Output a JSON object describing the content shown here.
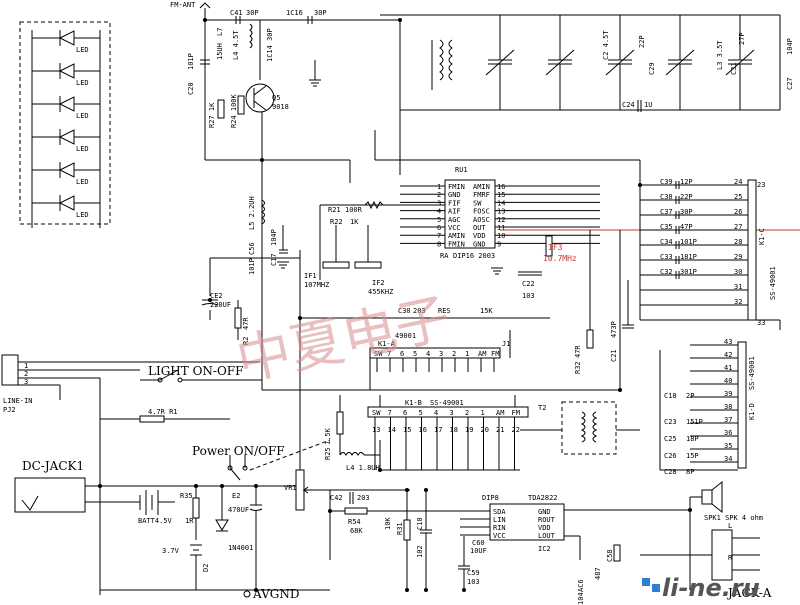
{
  "colors": {
    "wire": "#000000",
    "accent_red": "#c0392b",
    "watermark": "#d68c8c",
    "site_text": "#555555"
  },
  "labels": {
    "fm_ant": "FM-ANT",
    "c41": "C41",
    "c41v": "30P",
    "c16": "1C16",
    "c16v": "30P",
    "c20": "C20",
    "c20v": "101P",
    "l7": "L7",
    "l7v": "15UH",
    "l4": "L4 4.5T",
    "c14": "1C14 30P",
    "r27": "R27 1K",
    "r24": "R24 100K",
    "q5": "Q5",
    "q5v": "9018",
    "c2": "C2 4.5T",
    "c2v": "22P",
    "c29": "C29",
    "l3": "L3 3.5T",
    "l3v": "27P",
    "c31": "C31",
    "c27": "C27",
    "c27v": "104P",
    "c24": "C24",
    "c24v": "1U",
    "l5": "L5 2.2UH",
    "c56": "C56",
    "c56v": "101P",
    "c17": "C17",
    "c17v": "104P",
    "r21": "R21",
    "r21v": "100R",
    "r22": "R22",
    "r22v": "1K",
    "if1": "IF1",
    "if1v": "107MHZ",
    "if2": "IF2",
    "if2v": "455KHZ",
    "ce2": "CE2",
    "ce2v": "220UF",
    "r2": "R2",
    "r2v": "47R",
    "c30": "C30",
    "c30v": "203",
    "res": "RES",
    "resv": "15K",
    "c22": "C22",
    "c22v": "103",
    "if3": "IF3",
    "if3v": "10.7MHz",
    "ic_name": "RU1",
    "ic_pkg": "DIP16 2003",
    "ic_tag": "RA",
    "ic_left": [
      "FMIN",
      "GND",
      "FIF",
      "AIF",
      "AGC",
      "VCC",
      "AMIN",
      "FMIN"
    ],
    "ic_right": [
      "AMIN",
      "FMRF",
      "SW",
      "FOSC",
      "AOSC",
      "OUT",
      "VDD",
      "GND"
    ],
    "ic_lnum": [
      "1",
      "2",
      "3",
      "4",
      "5",
      "6",
      "7",
      "8"
    ],
    "ic_rnum": [
      "16",
      "15",
      "14",
      "13",
      "12",
      "11",
      "10",
      "9"
    ],
    "k1c_caps": [
      "C39",
      "C38",
      "C37",
      "C35",
      "C34",
      "C33",
      "C32"
    ],
    "k1c_vals": [
      "12P",
      "22P",
      "30P",
      "47P",
      "101P",
      "181P",
      "301P"
    ],
    "k1c_pins": [
      "24",
      "25",
      "26",
      "27",
      "28",
      "29",
      "30",
      "31",
      "32"
    ],
    "k1c_name": "K1-C",
    "k1c_sw": "SS-49001",
    "k1c_top": "23",
    "k1c_bot": "33",
    "c21": "C21",
    "c21v": "473P",
    "r32": "R32",
    "r32v": "47R",
    "k1a": "K1-A",
    "k1a_sw": "49001",
    "k1a_row": [
      "SW",
      "7",
      "6",
      "5",
      "4",
      "3",
      "2",
      "1",
      "AM",
      "FM"
    ],
    "k1a_j": "J1",
    "k1b": "K1-B",
    "k1b_sw": "SS-49001",
    "k1b_row": [
      "SW",
      "7",
      "6",
      "5",
      "4",
      "3",
      "2",
      "1",
      "AM",
      "FM"
    ],
    "k1b_bot": [
      "13",
      "14",
      "15",
      "16",
      "17",
      "18",
      "19",
      "20",
      "21",
      "22"
    ],
    "t2": "T2",
    "k1d_name": "K1-D",
    "k1d_sw": "SS-49001",
    "k1d_pins": [
      "43",
      "42",
      "41",
      "40",
      "39",
      "38",
      "37",
      "36",
      "35",
      "34"
    ],
    "c18": "C18",
    "c18v": "2P",
    "c23": "C23",
    "c23v": "151P",
    "c25": "C25",
    "c25v": "18P",
    "c26": "C26",
    "c26v": "15P",
    "c28": "C28",
    "c28v": "8P",
    "line_in": "LINE-IN",
    "pj2": "PJ2",
    "light_sw": "LIGHT ON-OFF",
    "r1": "4.7R R1",
    "power_sw": "Power ON/OFF",
    "dc_jack": "DC-JACK1",
    "batt": "BATT4.5V",
    "r35": "R35",
    "r35v": "1R",
    "e2": "E2",
    "e2v": "470UF",
    "d_1n4001": "1N4001",
    "v37": "3.7V",
    "d2": "D2",
    "r25": "R25",
    "r25v": "1.5K",
    "l4b": "L4 1.8UH",
    "vr1": "VR1",
    "c42": "C42",
    "c42v": "203",
    "r54": "R54",
    "r54v": "68K",
    "r31": "R31",
    "r31v": "10K",
    "c10": "C10",
    "c12": "102",
    "amp_pkg": "DIP8",
    "amp_name": "TDA2822",
    "amp_left": [
      "SDA",
      "LIN",
      "RIN",
      "VCC"
    ],
    "amp_right": [
      "GND",
      "ROUT",
      "VDD",
      "LOUT"
    ],
    "amp_ic": "IC2",
    "c60": "C60",
    "c60v": "10UF",
    "c59": "C59",
    "c59v": "103",
    "ac6": "AC6",
    "v104": "104",
    "v487": "487",
    "c58": "C58",
    "spk": "SPK1 SPK 4 ohm",
    "jack_a": "JACK-A",
    "avgnd": "AVGND",
    "leds": [
      "LED",
      "LED",
      "LED",
      "LED",
      "LED",
      "LED"
    ],
    "watermark": "中夏电子",
    "site": "li-ne.ru"
  }
}
